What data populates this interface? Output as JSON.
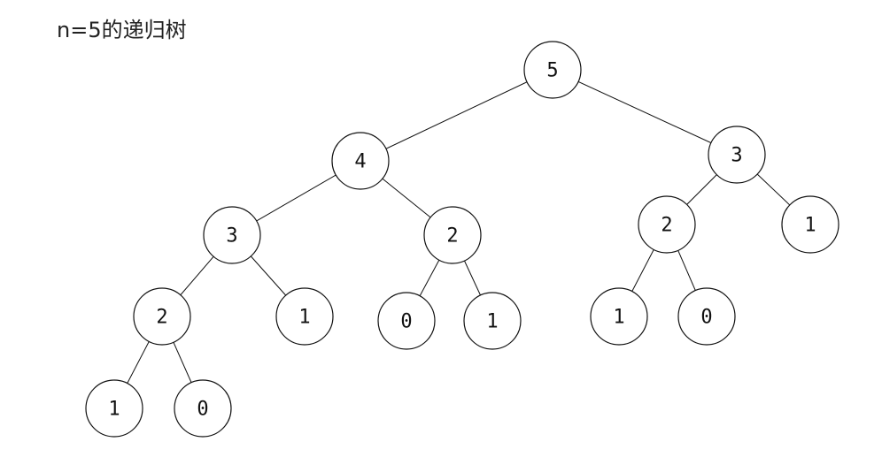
{
  "title": "n=5的递归树",
  "tree": {
    "nodes": [
      {
        "id": "n5",
        "label": "5"
      },
      {
        "id": "n4",
        "label": "4"
      },
      {
        "id": "n3r",
        "label": "3"
      },
      {
        "id": "n3",
        "label": "3"
      },
      {
        "id": "n2a",
        "label": "2"
      },
      {
        "id": "n2b",
        "label": "2"
      },
      {
        "id": "n1r",
        "label": "1"
      },
      {
        "id": "n2c",
        "label": "2"
      },
      {
        "id": "n1a",
        "label": "1"
      },
      {
        "id": "n0a",
        "label": "0"
      },
      {
        "id": "n1b",
        "label": "1"
      },
      {
        "id": "n1c",
        "label": "1"
      },
      {
        "id": "n0b",
        "label": "0"
      },
      {
        "id": "n1d",
        "label": "1"
      },
      {
        "id": "n0c",
        "label": "0"
      }
    ],
    "edges": [
      [
        "n5",
        "n4"
      ],
      [
        "n5",
        "n3r"
      ],
      [
        "n4",
        "n3"
      ],
      [
        "n4",
        "n2a"
      ],
      [
        "n3r",
        "n2b"
      ],
      [
        "n3r",
        "n1r"
      ],
      [
        "n3",
        "n2c"
      ],
      [
        "n3",
        "n1a"
      ],
      [
        "n2a",
        "n0a"
      ],
      [
        "n2a",
        "n1b"
      ],
      [
        "n2b",
        "n1c"
      ],
      [
        "n2b",
        "n0b"
      ],
      [
        "n2c",
        "n1d"
      ],
      [
        "n2c",
        "n0c"
      ]
    ]
  }
}
